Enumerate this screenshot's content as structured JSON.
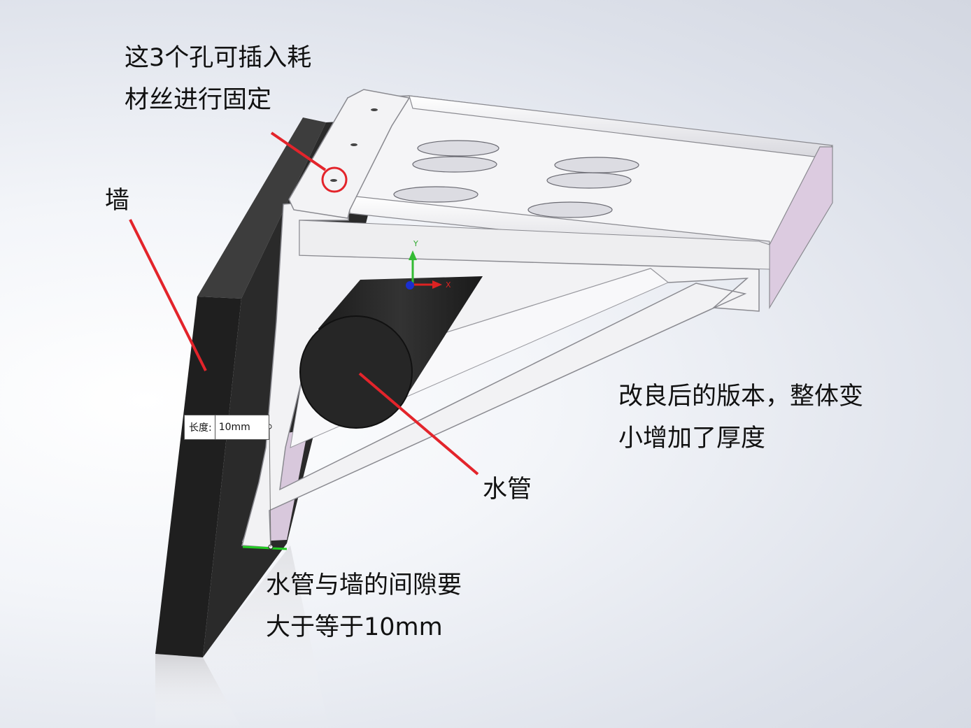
{
  "annotations": {
    "holes_note": [
      "这3个孔可插入耗",
      "材丝进行固定"
    ],
    "wall": "墙",
    "pipe": "水管",
    "improved_note": [
      "改良后的版本，整体变",
      "小增加了厚度"
    ],
    "gap_note": [
      "水管与墙的间隙要",
      "大于等于10mm"
    ]
  },
  "dimension": {
    "label": "长度:",
    "value": "10mm"
  },
  "triad": {
    "y_label": "Y",
    "x_label": "X"
  },
  "colors": {
    "annotation_line": "#e3242b",
    "wall": "#2b2b2b",
    "pipe": "#222222",
    "part_face": "#f1f1f3",
    "part_shadow": "#d9c8dd",
    "dimension_highlight": "#22cc22"
  }
}
